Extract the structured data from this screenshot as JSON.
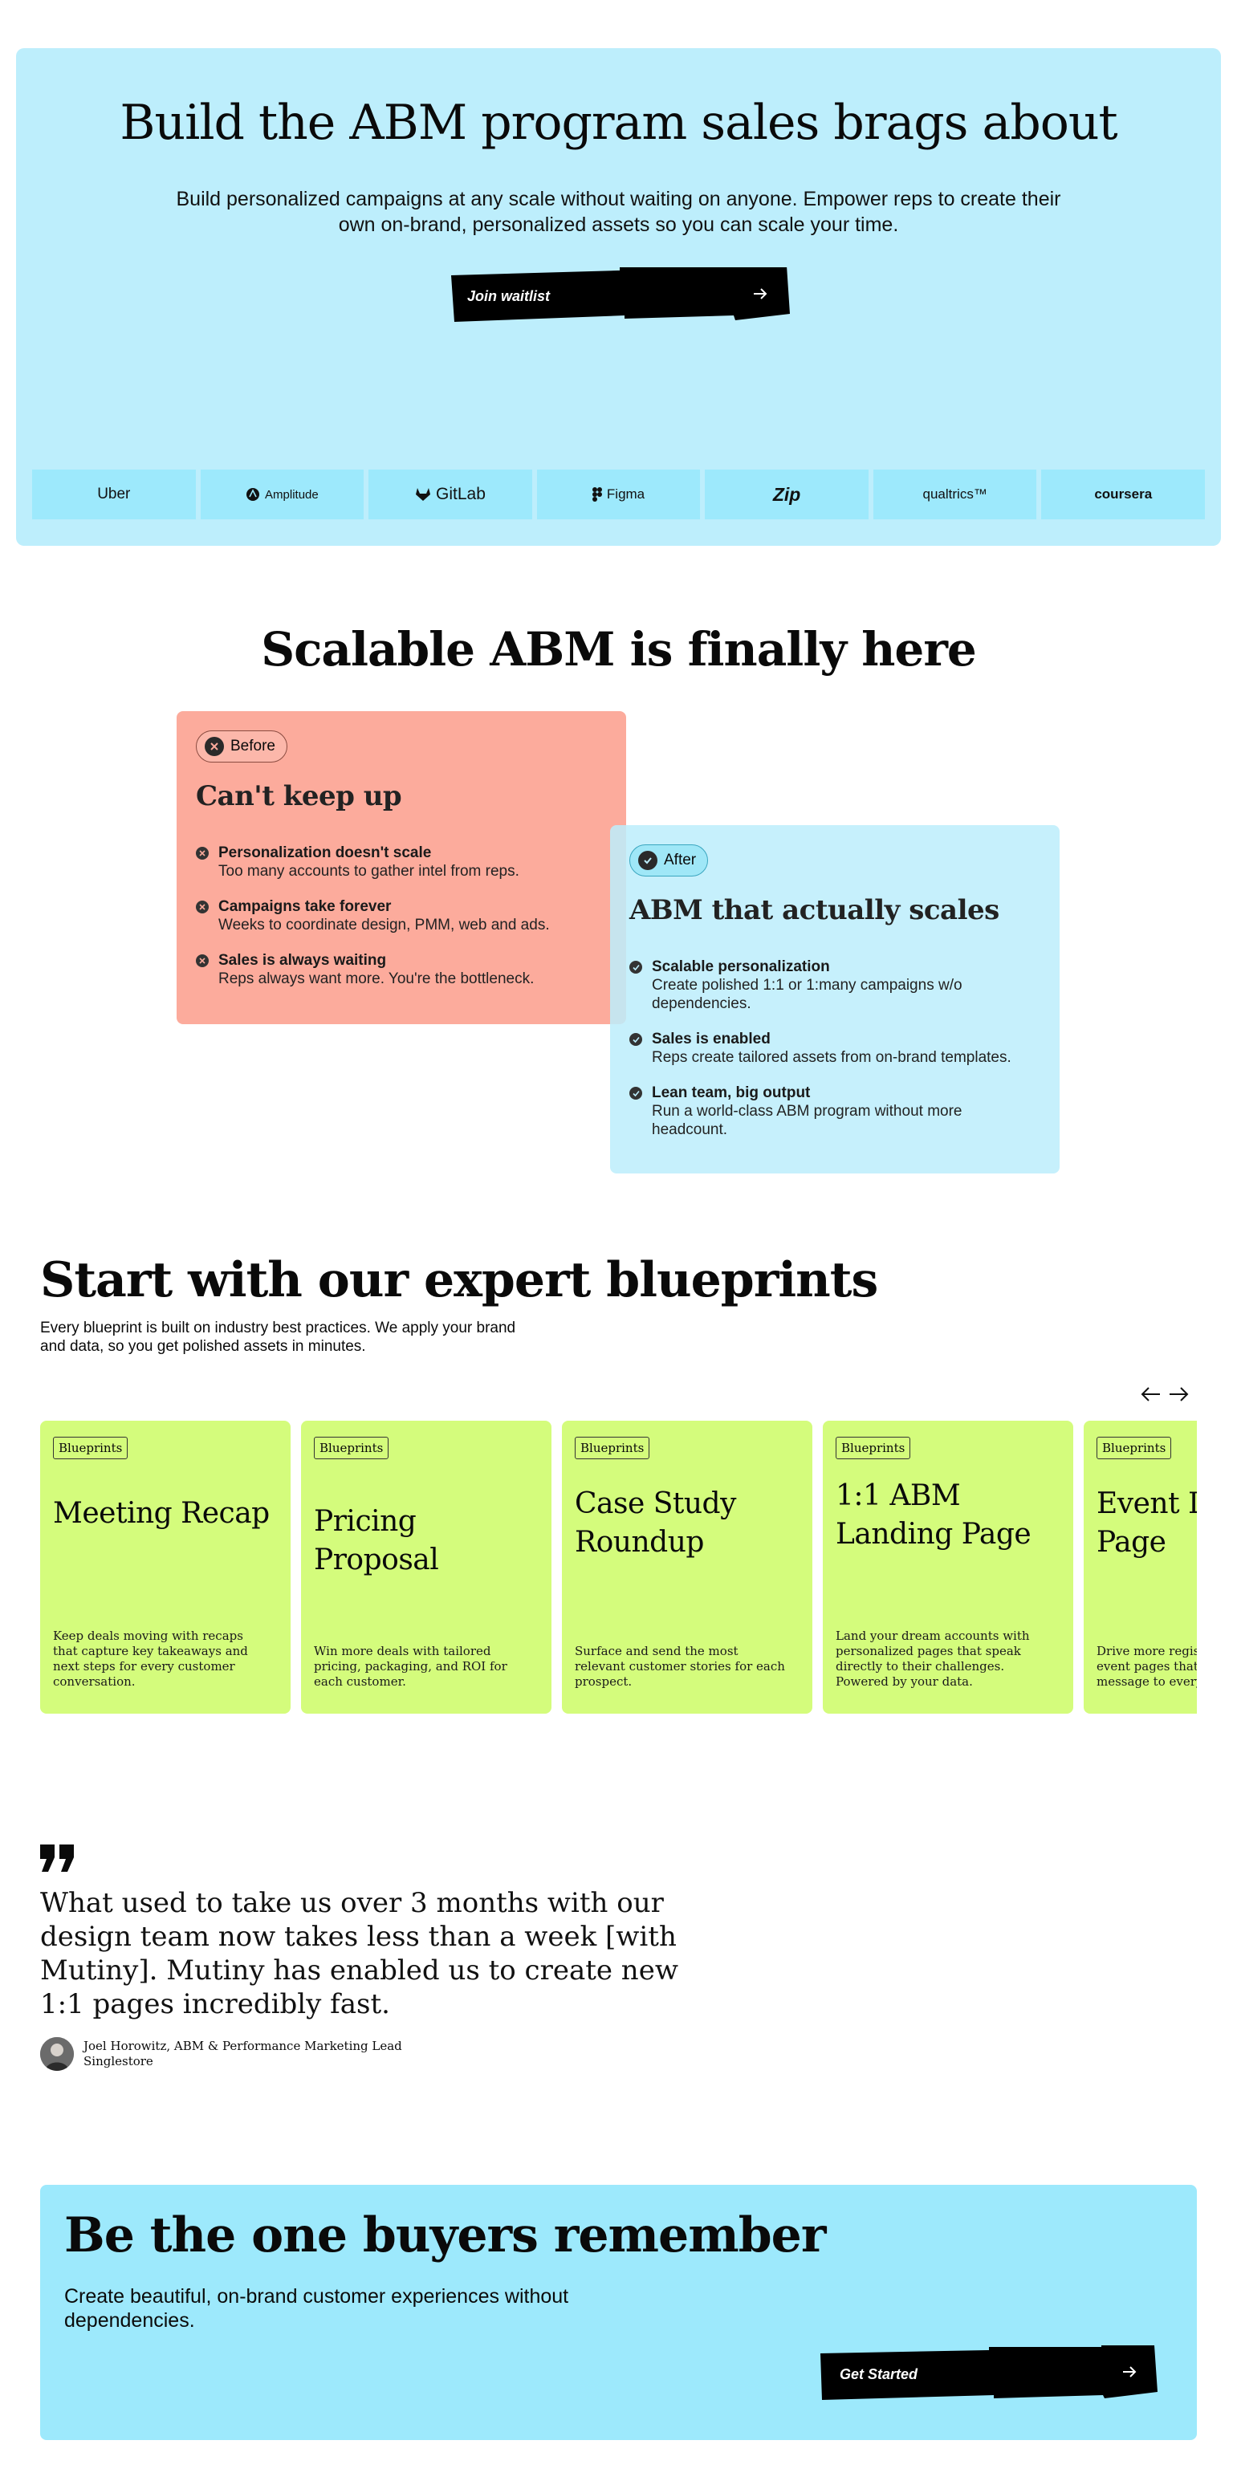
{
  "hero": {
    "title": "Build the ABM program sales brags about",
    "subtitle": "Build personalized campaigns at any scale without waiting on anyone. Empower reps to create their own on-brand, personalized assets so you can scale your time.",
    "cta_label": "Join waitlist",
    "logos": [
      "Uber",
      "Amplitude",
      "GitLab",
      "Figma",
      "Zip",
      "qualtrics™",
      "coursera"
    ]
  },
  "comparison": {
    "title": "Scalable ABM is finally here",
    "before": {
      "badge": "Before",
      "heading": "Can't keep up",
      "items": [
        {
          "title": "Personalization doesn't scale",
          "desc": "Too many accounts to gather intel from reps."
        },
        {
          "title": "Campaigns take forever",
          "desc": "Weeks to coordinate design, PMM, web and ads."
        },
        {
          "title": "Sales is always waiting",
          "desc": "Reps always want more. You're the bottleneck."
        }
      ]
    },
    "after": {
      "badge": "After",
      "heading": "ABM that actually scales",
      "items": [
        {
          "title": "Scalable personalization",
          "desc": "Create polished 1:1 or 1:many campaigns w/o dependencies."
        },
        {
          "title": "Sales is enabled",
          "desc": "Reps create tailored assets from on-brand templates."
        },
        {
          "title": "Lean team, big output",
          "desc": "Run a world-class ABM program without more headcount."
        }
      ]
    }
  },
  "blueprints": {
    "title": "Start with our expert blueprints",
    "subtitle": "Every blueprint is built on industry best practices. We apply your brand and data, so you get polished assets in minutes.",
    "cards": [
      {
        "tag": "Blueprints",
        "title": "Meeting Recap",
        "desc": "Keep deals moving with recaps that capture key takeaways and next steps for every customer conversation."
      },
      {
        "tag": "Blueprints",
        "title": "Pricing Proposal",
        "desc": "Win more deals with tailored pricing, packaging, and ROI for each customer."
      },
      {
        "tag": "Blueprints",
        "title": "Case Study Roundup",
        "desc": "Surface and send the most relevant customer stories for each prospect."
      },
      {
        "tag": "Blueprints",
        "title": "1:1 ABM Landing Page",
        "desc": "Land your dream accounts with personalized pages that speak directly to their challenges. Powered by your data."
      },
      {
        "tag": "Blueprints",
        "title": "Event Landing Page",
        "desc": "Drive more registrations with event pages that deliver the right message to every account."
      }
    ]
  },
  "testimonial": {
    "quote": "What used to take us over 3 months with our design team now takes less than a week [with Mutiny]. Mutiny has enabled us to create new 1:1 pages incredibly fast.",
    "author": "Joel Horowitz, ABM & Performance Marketing Lead",
    "company": "Singlestore"
  },
  "cta": {
    "title": "Be the one buyers remember",
    "subtitle": "Create beautiful, on-brand customer experiences without dependencies.",
    "button_label": "Get Started"
  }
}
